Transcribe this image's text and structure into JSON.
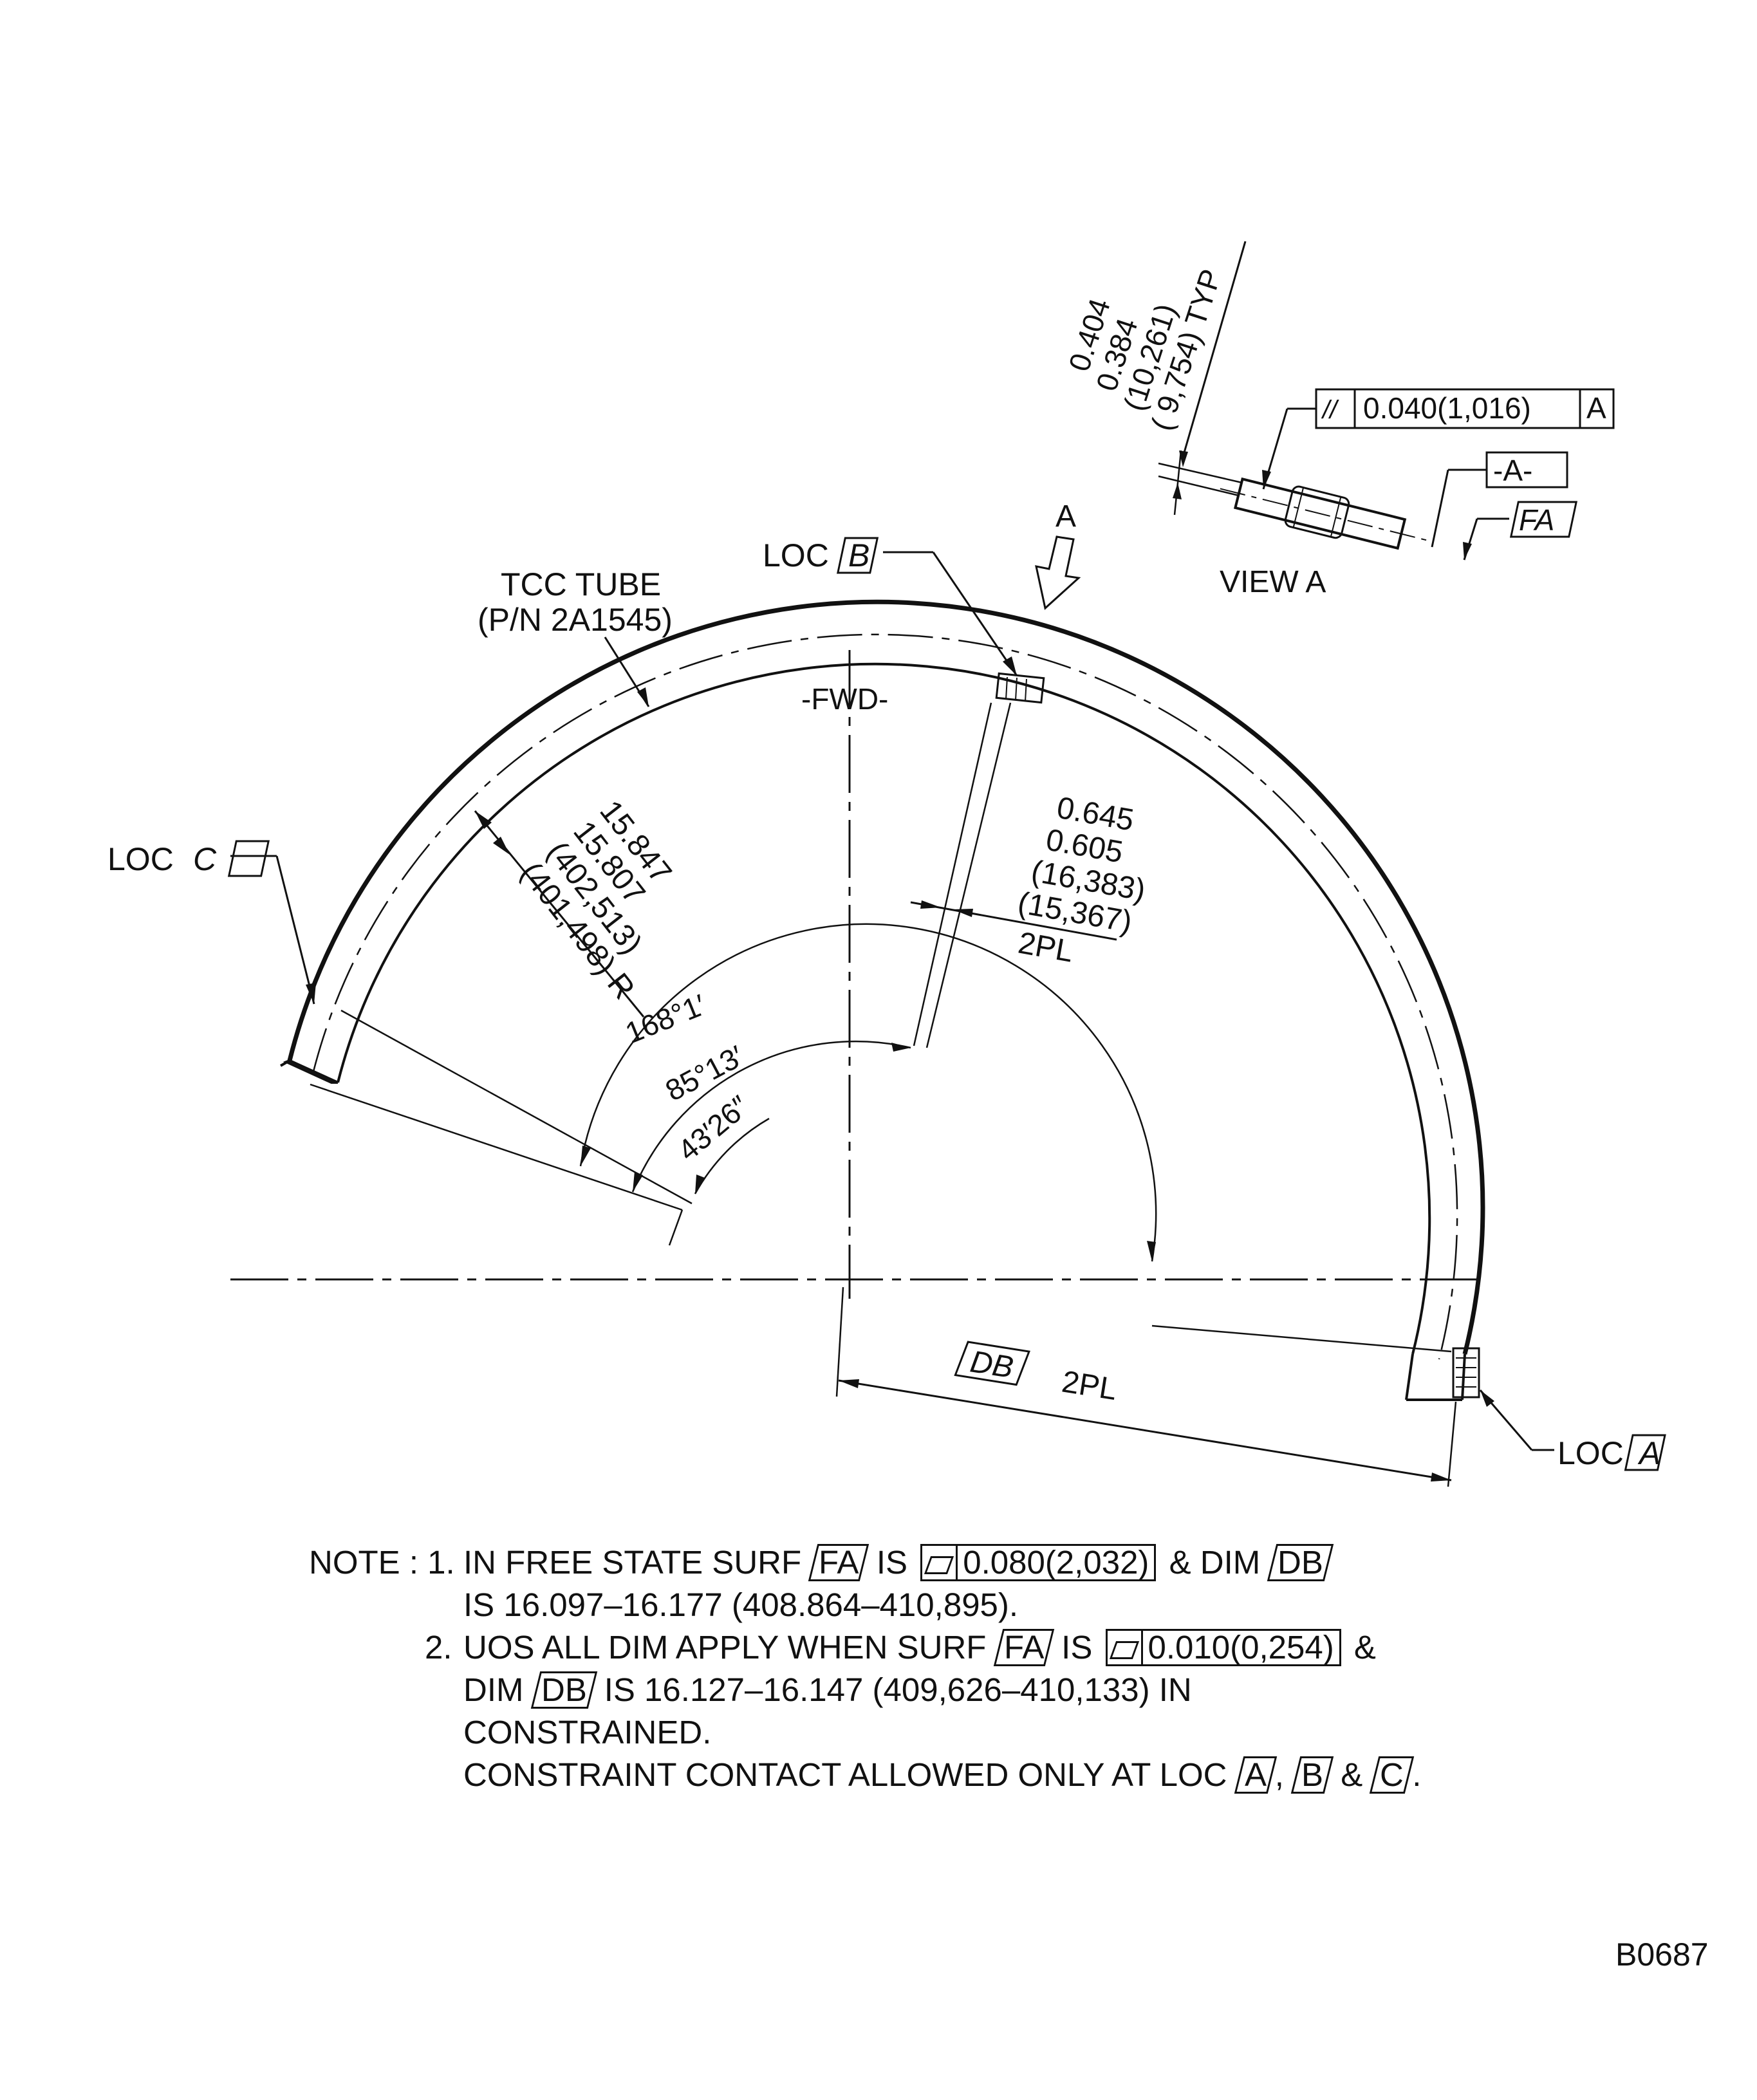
{
  "labels": {
    "typ_values": [
      "0.404",
      "0.384",
      "(10,261)",
      "( 9,754) TYP"
    ],
    "fcf_top": {
      "symbol": "//",
      "value": "0.040(1,016)",
      "datum": "A"
    },
    "datum_a": "-A-",
    "fa": "FA",
    "view_letter": "A",
    "view_a": "VIEW A",
    "loc": "LOC",
    "loc_b": "B",
    "loc_c": "C",
    "loc_a": "A",
    "tcc_tube": "TCC TUBE",
    "part_number": "(P/N 2A1545)",
    "fwd": "-FWD-",
    "radius_values": [
      "15.847",
      "15.807",
      "(402,513)",
      "(401,498) R"
    ],
    "width_values": [
      "0.645",
      "0.605",
      "(16,383)",
      "(15,367)"
    ],
    "two_pl": "2PL",
    "angle_168": "168°1′",
    "angle_85": "85°13′",
    "angle_43": "43′26″",
    "db": "DB",
    "db_2pl": "2PL"
  },
  "notes": {
    "lead": "NOTE : 1.",
    "n1_a": "IN FREE STATE SURF",
    "n1_fa": "FA",
    "n1_is": "IS",
    "n1_fcf": "0.080(2,032)",
    "n1_amp_dim": "& DIM",
    "n1_db": "DB",
    "n1_line2": "IS 16.097–16.177 (408.864–410,895).",
    "n2_num": "2.",
    "n2_a": "UOS ALL DIM APPLY WHEN SURF",
    "n2_fa": "FA",
    "n2_is": "IS",
    "n2_fcf": "0.010(0,254)",
    "n2_amp": "&",
    "n2_dim": "DIM",
    "n2_db": "DB",
    "n2_rest": "IS 16.127–16.147 (409,626–410,133) IN",
    "n2_line3": "CONSTRAINED.",
    "n2_line4_a": "CONSTRAINT CONTACT ALLOWED ONLY AT LOC",
    "n2_loc_a": "A",
    "n2_comma": ",",
    "n2_loc_b": "B",
    "n2_and": "&",
    "n2_loc_c": "C",
    "n2_period": "."
  },
  "figure_id": "B0687"
}
